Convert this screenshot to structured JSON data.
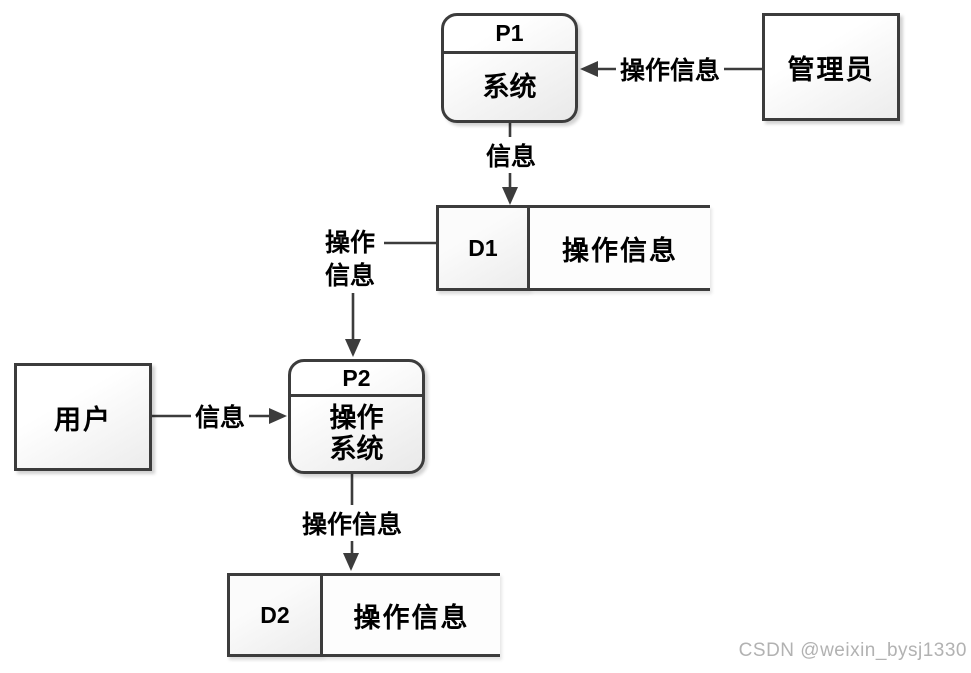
{
  "colors": {
    "border": "#3c3c3c",
    "fill_top": "#ffffff",
    "fill_bottom": "#e9e9e9",
    "watermark": "#b2b2b2"
  },
  "nodes": {
    "p1": {
      "id": "P1",
      "label": "系统"
    },
    "p2": {
      "id": "P2",
      "label_line1": "操作",
      "label_line2": "系统"
    },
    "admin": {
      "label": "管理员"
    },
    "user": {
      "label": "用户"
    },
    "d1": {
      "id": "D1",
      "label": "操作信息"
    },
    "d2": {
      "id": "D2",
      "label": "操作信息"
    }
  },
  "flows": {
    "admin_to_p1": {
      "label": "操作信息"
    },
    "p1_to_d1": {
      "label": "信息"
    },
    "d1_to_p2": {
      "label_line1": "操作",
      "label_line2": "信息"
    },
    "user_to_p2": {
      "label": "信息"
    },
    "p2_to_d2": {
      "label": "操作信息"
    }
  },
  "watermark": "CSDN @weixin_bysj1330"
}
